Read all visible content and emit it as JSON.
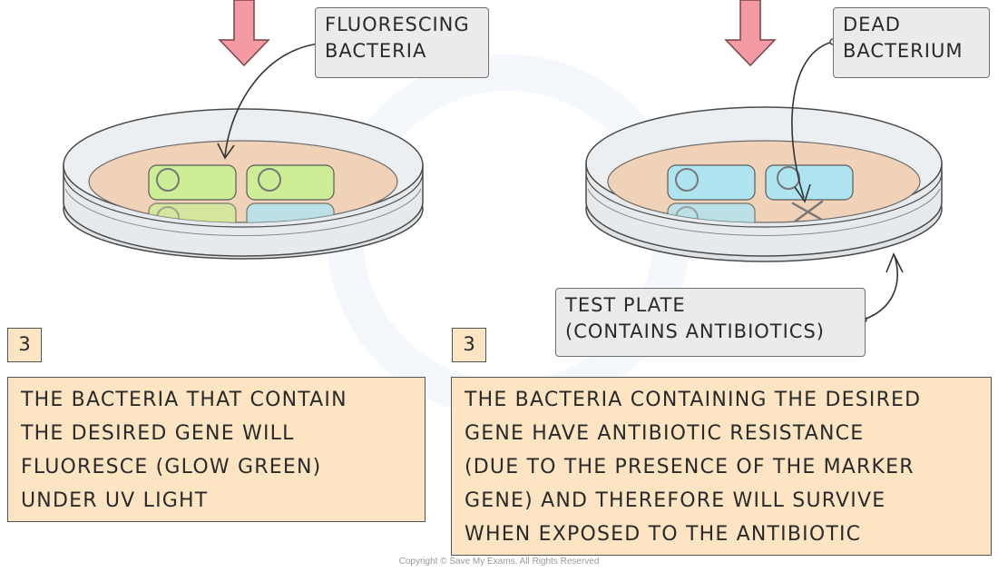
{
  "left_panel": {
    "callout_lines": [
      "FLUORESCING",
      "BACTERIA"
    ],
    "step_number": "3",
    "caption_lines": [
      "THE  BACTERIA  THAT  CONTAIN",
      "THE DESIRED GENE WILL",
      "FLUORESCE  (GLOW  GREEN)",
      "UNDER  UV  LIGHT"
    ]
  },
  "right_panel": {
    "callout_dead_lines": [
      "DEAD",
      "BACTERIUM"
    ],
    "callout_plate_lines": [
      "TEST  PLATE",
      "(CONTAINS  ANTIBIOTICS)"
    ],
    "step_number": "3",
    "caption_lines": [
      "THE  BACTERIA  CONTAINING  THE  DESIRED",
      "GENE  HAVE  ANTIBIOTIC  RESISTANCE",
      "(DUE  TO THE  PRESENCE  OF  THE  MARKER",
      "GENE)  AND  THEREFORE  WILL  SURVIVE",
      "WHEN  EXPOSED  TO  THE   ANTIBIOTIC"
    ]
  },
  "copyright": "Copyright © Save My Exams. All Rights Reserved",
  "colors": {
    "arrow": "#f39aa3",
    "agar": "#f0d2b8",
    "fluorescent_green": "#cdee96",
    "cyan_bacteria": "#aee4f0",
    "caption_fill": "#fde5c3",
    "tag_fill": "#ebebeb"
  }
}
